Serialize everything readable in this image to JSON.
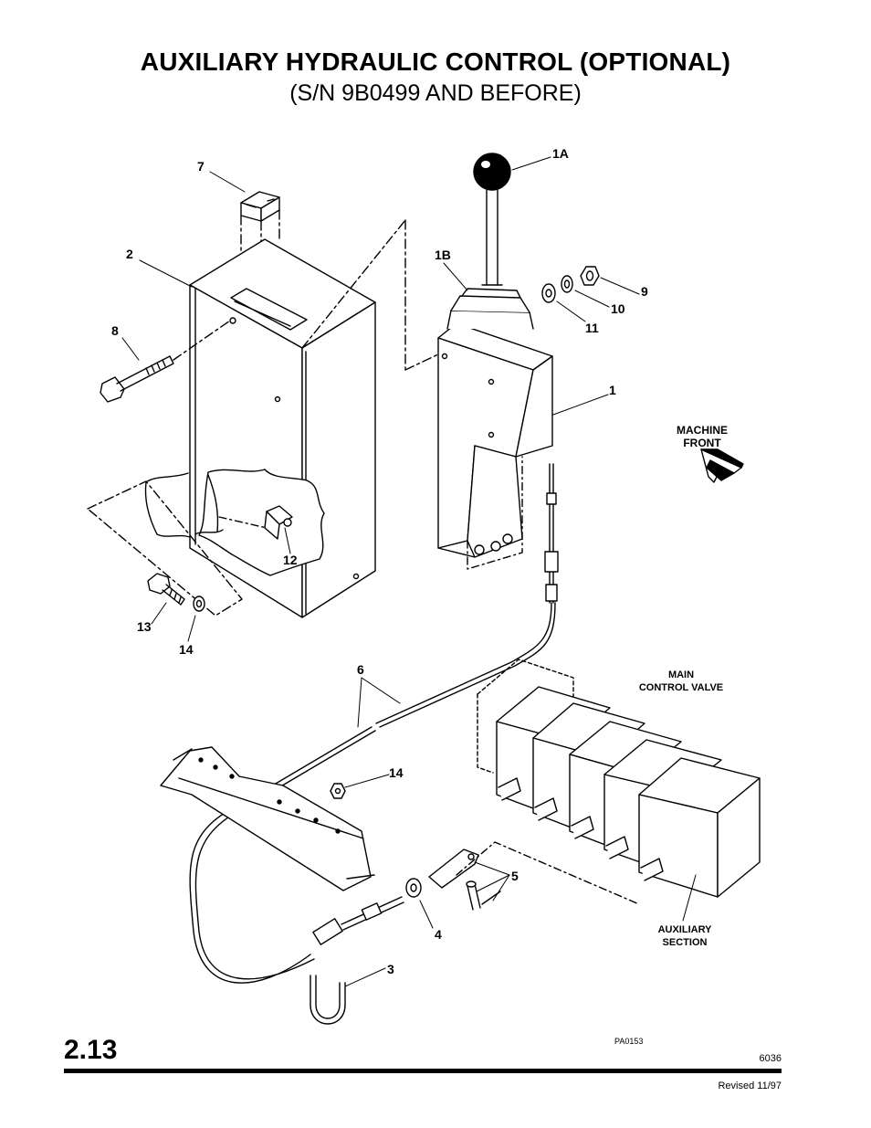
{
  "header": {
    "title": "AUXILIARY HYDRAULIC CONTROL (OPTIONAL)",
    "subtitle": "(S/N 9B0499 AND BEFORE)"
  },
  "callouts": {
    "c1A": "1A",
    "c1B": "1B",
    "c1": "1",
    "c2": "2",
    "c3": "3",
    "c4": "4",
    "c5": "5",
    "c6": "6",
    "c7": "7",
    "c8": "8",
    "c9": "9",
    "c10": "10",
    "c11": "11",
    "c12": "12",
    "c13": "13",
    "c14a": "14",
    "c14b": "14"
  },
  "notes": {
    "machine_front_line1": "MACHINE",
    "machine_front_line2": "FRONT",
    "main_valve_line1": "MAIN",
    "main_valve_line2": "CONTROL VALVE",
    "aux_section_line1": "AUXILIARY",
    "aux_section_line2": "SECTION"
  },
  "footer": {
    "section_number": "2.13",
    "figure_code": "PA0153",
    "page_code": "6036",
    "revision": "Revised 11/97"
  }
}
